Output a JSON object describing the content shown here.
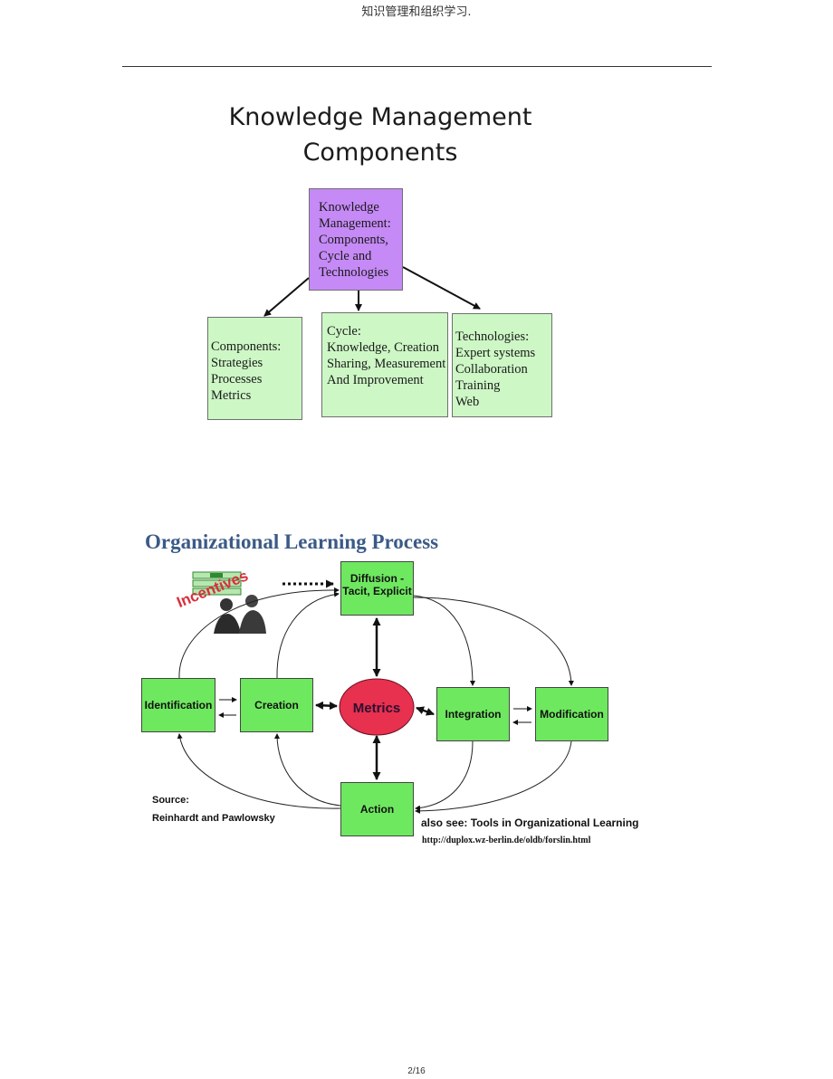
{
  "header": {
    "text": "知识管理和组织学习."
  },
  "km_diagram": {
    "title": "Knowledge Management\nComponents",
    "root": "Knowledge\nManagement:\nComponents,\nCycle and\nTechnologies",
    "components": "Components:\nStrategies\nProcesses\nMetrics",
    "cycle": "Cycle:\nKnowledge, Creation\nSharing, Measurement\nAnd Improvement",
    "technologies": "Technologies:\nExpert systems\nCollaboration\nTraining\nWeb"
  },
  "ol_diagram": {
    "title": "Organizational Learning Process",
    "incentives": "Incentives",
    "diffusion": "Diffusion -\nTacit, Explicit",
    "identification": "Identification",
    "creation": "Creation",
    "metrics": "Metrics",
    "integration": "Integration",
    "modification": "Modification",
    "action": "Action",
    "source_label": "Source:",
    "source_authors": "Reinhardt and Pawlowsky",
    "also_see": "also see: Tools in Organizational Learning",
    "url": "http://duplox.wz-berlin.de/oldb/forslin.html"
  },
  "colors": {
    "root_box": "#c58af6",
    "light_green_box": "#cdf7c5",
    "process_box": "#6ee85f",
    "metrics_ellipse": "#e8304f",
    "ol_title": "#3b5a86",
    "incentives": "#d8303c"
  },
  "footer": {
    "page_number": "2/16"
  }
}
